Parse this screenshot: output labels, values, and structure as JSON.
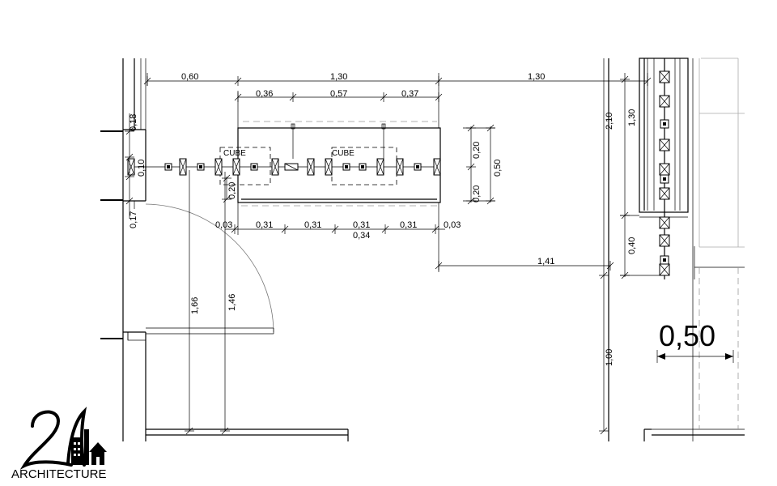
{
  "dimensions": {
    "top_row1": [
      "0,60",
      "1,30",
      "1,30"
    ],
    "top_row2": [
      "0,36",
      "0,57",
      "0,37"
    ],
    "left_vertical": [
      "0,18",
      "0,10",
      "0,17"
    ],
    "right_of_cabinet": [
      "0,20",
      "0,20",
      "0,50"
    ],
    "below_cabinet_vertical": "0,20",
    "bottom_row": [
      "0,03",
      "0,31",
      "0,31",
      "0,31",
      "0,31",
      "0,03"
    ],
    "bottom_total": "0,34",
    "door_heights": [
      "1,66",
      "1,46"
    ],
    "right_horizontal": "1,41",
    "right_vertical": [
      "2,10",
      "1,30",
      "0,40",
      "1,00"
    ],
    "big_label": "0,50"
  },
  "labels": {
    "cube_left": "CUBE",
    "cube_right": "CUBE"
  },
  "logo": {
    "mark": "2A",
    "text": "ARCHITECTURE"
  }
}
